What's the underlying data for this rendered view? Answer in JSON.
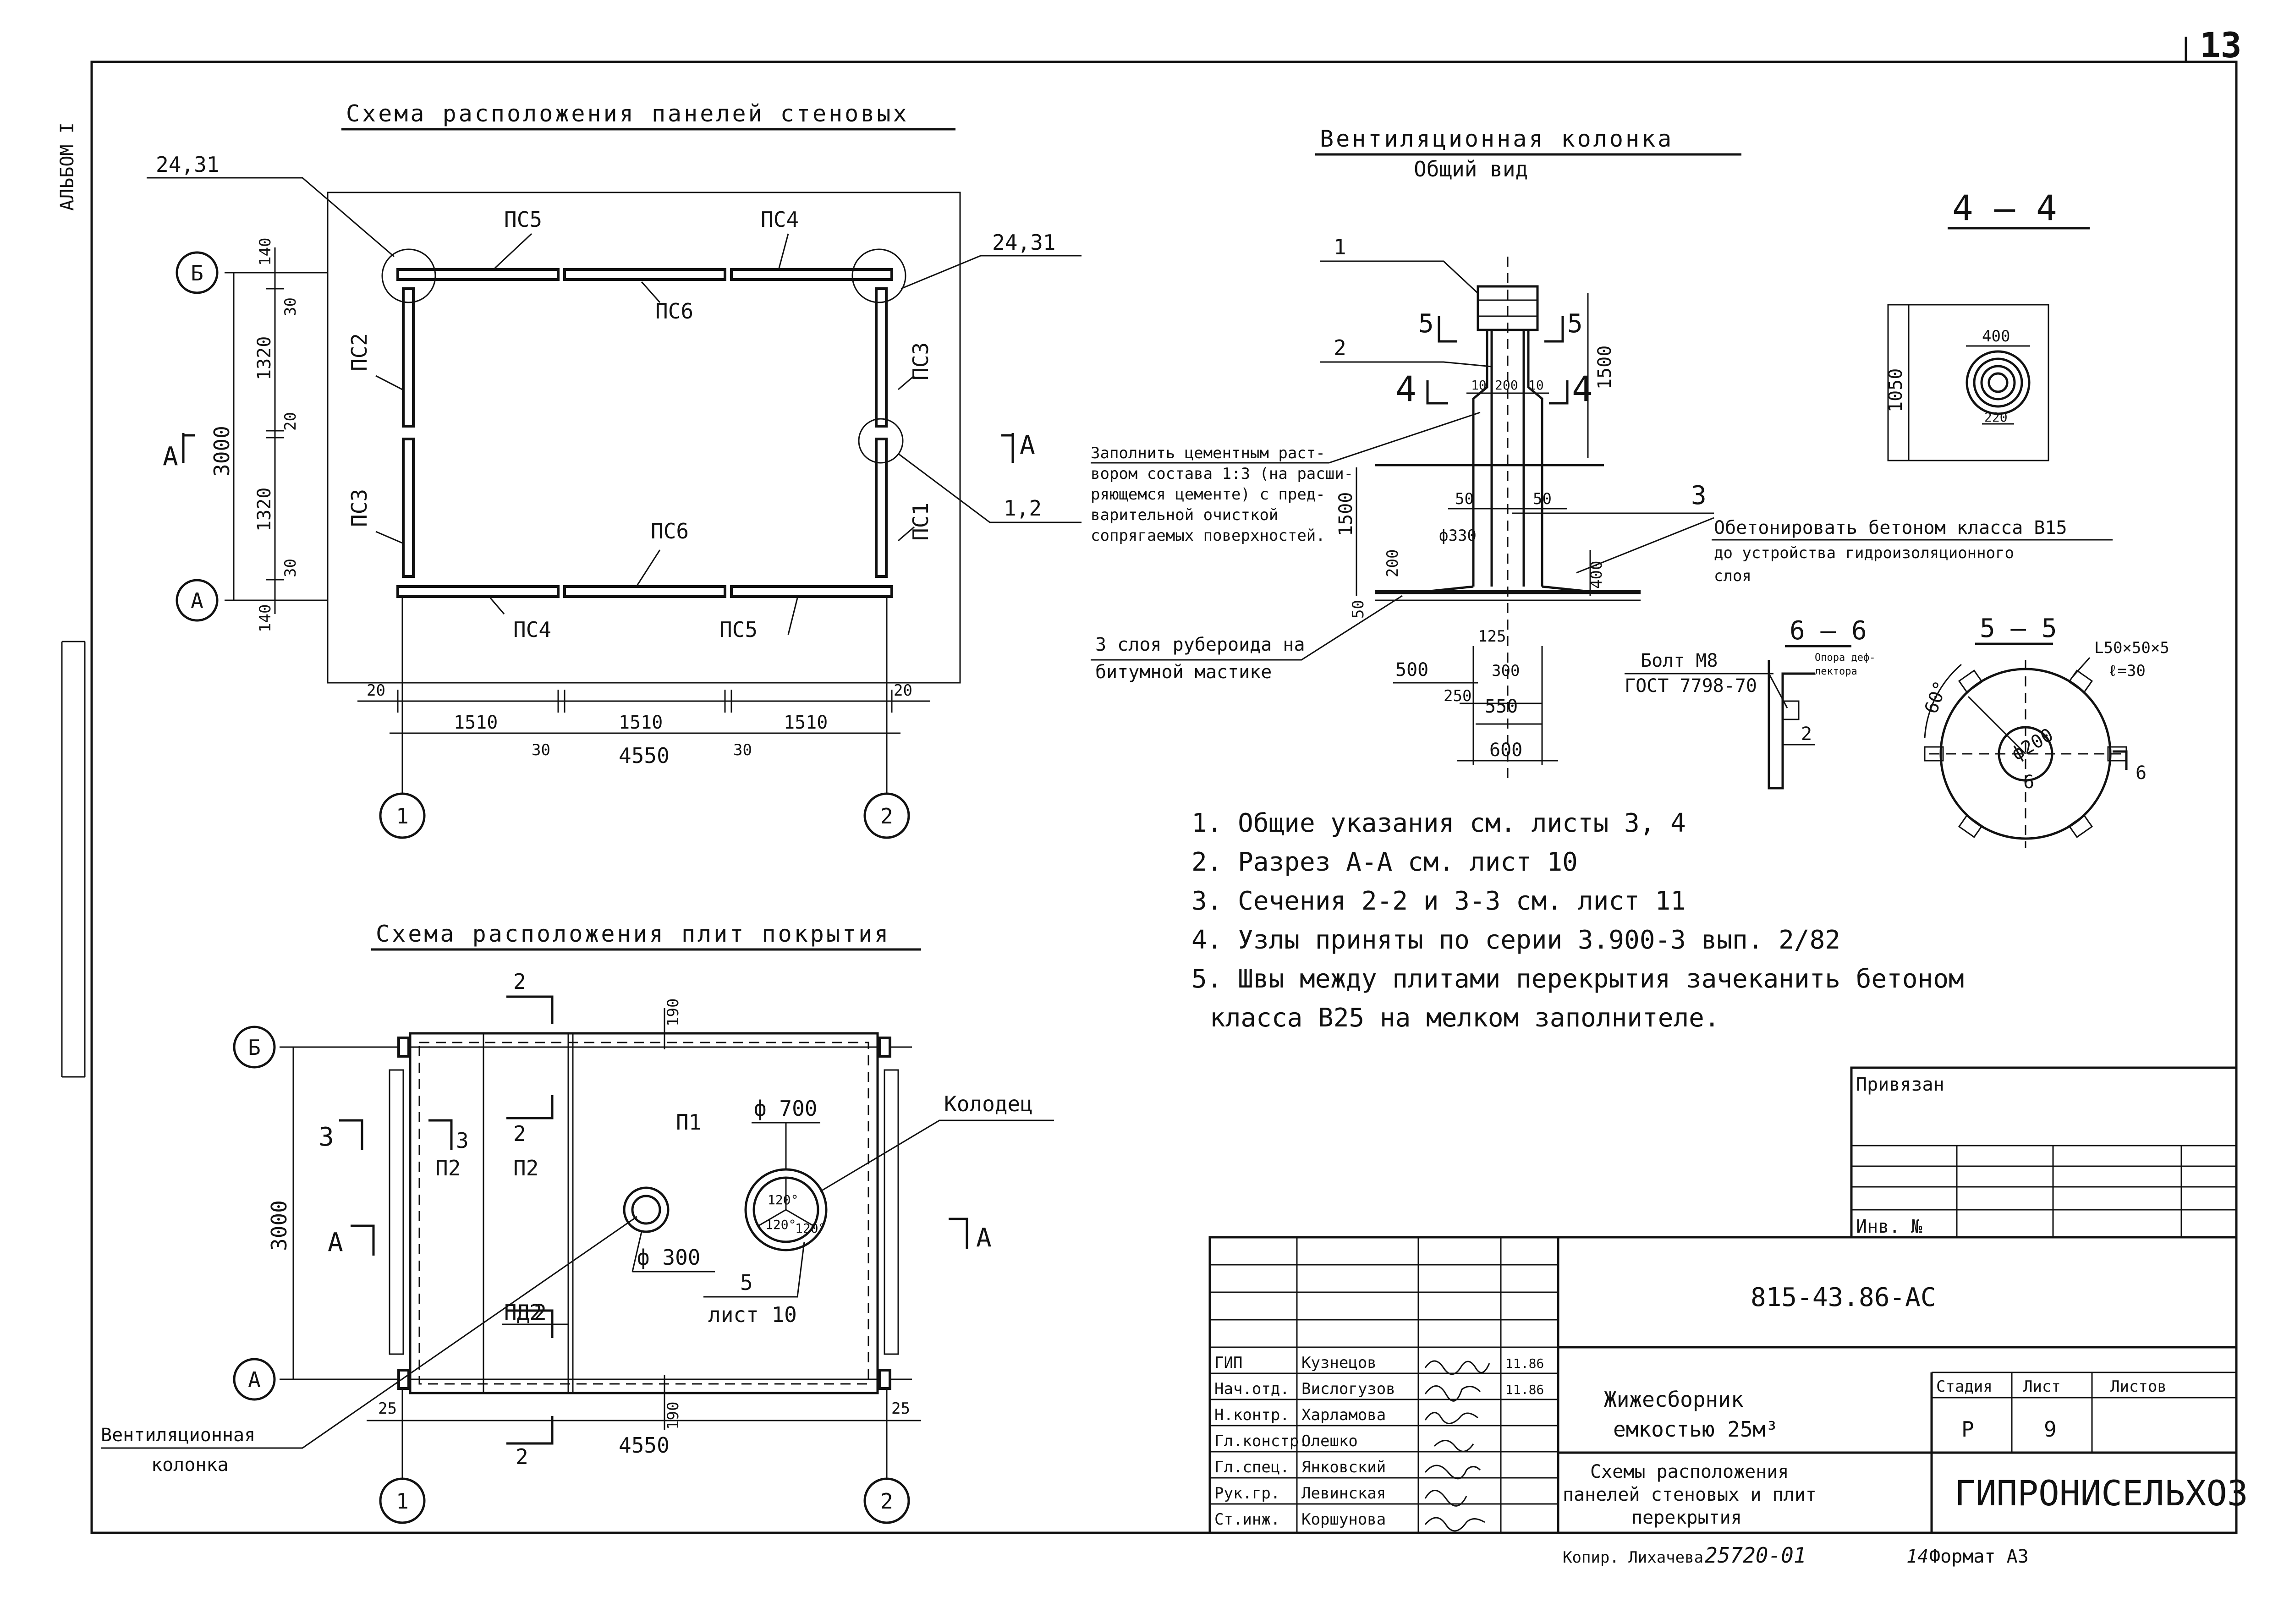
{
  "page": {
    "number": "13",
    "album_label": "АЛЬБОМ I"
  },
  "wall_scheme": {
    "title": "Схема расположения панелей стеновых",
    "axes": {
      "b": "Б",
      "a": "А",
      "one": "1",
      "two": "2"
    },
    "panels": {
      "ps5_top": "ПС5",
      "ps4_top": "ПС4",
      "ps6_top": "ПС6",
      "ps2": "ПС2",
      "ps3_left": "ПС3",
      "ps3_right": "ПС3",
      "ps1": "ПС1",
      "ps6_bottom": "ПС6",
      "ps4_bottom": "ПС4",
      "ps5_bottom": "ПС5"
    },
    "callouts": {
      "top_left": "24,31",
      "top_right": "24,31",
      "right": "1,2"
    },
    "section_left": "А",
    "section_right": "А",
    "dims_left": [
      "140",
      "30",
      "1320",
      "20",
      "1320",
      "30",
      "140"
    ],
    "dim_total_v": "3000",
    "dims_bottom": [
      "20",
      "1510",
      "1510",
      "1510",
      "20"
    ],
    "dims_gap": [
      "30",
      "30"
    ],
    "dim_total_h": "4550"
  },
  "slab_scheme": {
    "title": "Схема расположения плит покрытия",
    "axes": {
      "b": "Б",
      "a": "А",
      "one": "1",
      "two": "2"
    },
    "slabs": {
      "p2_a": "П2",
      "p2_b": "П2",
      "p1": "П1",
      "pd2": "ПД2"
    },
    "sections": {
      "s2": "2",
      "s3": "3",
      "sA": "А"
    },
    "dims": {
      "top_190": "190",
      "bottom_190": "190",
      "v_3000": "3000",
      "left_25": "25",
      "right_25": "25",
      "h_4550": "4550"
    },
    "hole_small": "ф 300",
    "hole_well": "ф 700",
    "well_label": "Колодец",
    "angles": [
      "120°",
      "120°",
      "120°"
    ],
    "well_ref_num": "5",
    "well_ref_sheet": "лист 10",
    "vent_label_1": "Вентиляционная",
    "vent_label_2": "колонка"
  },
  "vent_column": {
    "title": "Вентиляционная колонка",
    "subtitle": "Общий вид",
    "marks": {
      "m1": "1",
      "m2": "2",
      "m3": "3",
      "s5": "5",
      "s4": "4"
    },
    "dims": {
      "d1500_top": "1500",
      "d1500_bot": "1500",
      "d10a": "10",
      "d200": "200",
      "d10b": "10",
      "d50a": "50",
      "d50b": "50",
      "d330": "ф330",
      "d200b": "200",
      "d50c": "50",
      "d400": "400",
      "d125": "125",
      "d500": "500",
      "d300": "300",
      "d250": "250",
      "d550": "550",
      "d600": "600"
    },
    "note_fill_1": "Заполнить цементным раст-",
    "note_fill_2": "вором состава 1:3 (на расши-",
    "note_fill_3": "ряющемся цементе) с пред-",
    "note_fill_4": "варительной очисткой",
    "note_fill_5": "сопрягаемых поверхностей.",
    "note_concrete_1": "Обетонировать бетоном класса В15",
    "note_concrete_2": "до устройства гидроизоляционного",
    "note_concrete_3": "слоя",
    "note_roof_1": "3 слоя рубероида на",
    "note_roof_2": "битумной мастике"
  },
  "section_44": {
    "title": "4 – 4",
    "d1050": "1050",
    "d400": "400",
    "d220": "220"
  },
  "section_66": {
    "title": "6 – 6",
    "bolt_1": "Болт М8",
    "bolt_2": "ГОСТ 7798-70",
    "support_1": "Опора деф-",
    "support_2": "лектора",
    "mark": "2"
  },
  "section_55": {
    "title": "5 – 5",
    "angle_label_1": "L50×50×5",
    "angle_label_2": "ℓ=30",
    "angle": "60°",
    "dia": "ф200",
    "cut": "6"
  },
  "notes": [
    "1. Общие указания см. листы 3, 4",
    "2. Разрез А-А см. лист 10",
    "3. Сечения 2-2 и 3-3 см. лист 11",
    "4. Узлы приняты по серии 3.900-3 вып. 2/82",
    "5. Швы между плитами перекрытия зачеканить бетоном",
    "класса В25 на мелком заполнителе."
  ],
  "stamp": {
    "privyazan": "Привязан",
    "inv": "Инв. №",
    "code": "815-43.86-АС",
    "roles": [
      "ГИП",
      "Нач.отд.",
      "Н.контр.",
      "Гл.констр.",
      "Гл.спец.",
      "Рук.гр.",
      "Ст.инж."
    ],
    "names": [
      "Кузнецов",
      "Вислогузов",
      "Харламова",
      "Олешко",
      "Янковский",
      "Левинская",
      "Коршунова"
    ],
    "date": "11.86",
    "object_1": "Жижесборник",
    "object_2": "емкостью 25м³",
    "sheet_1": "Схемы расположения",
    "sheet_2": "панелей стеновых и плит",
    "sheet_3": "перекрытия",
    "stage_h": "Стадия",
    "list_h": "Лист",
    "lists_h": "Листов",
    "stage": "Р",
    "list": "9",
    "org": "ГИПРОНИСЕЛЬХОЗ",
    "copy": "Копир. Лихачева",
    "order": "25720-01",
    "num": "14",
    "format": "Формат А3"
  }
}
